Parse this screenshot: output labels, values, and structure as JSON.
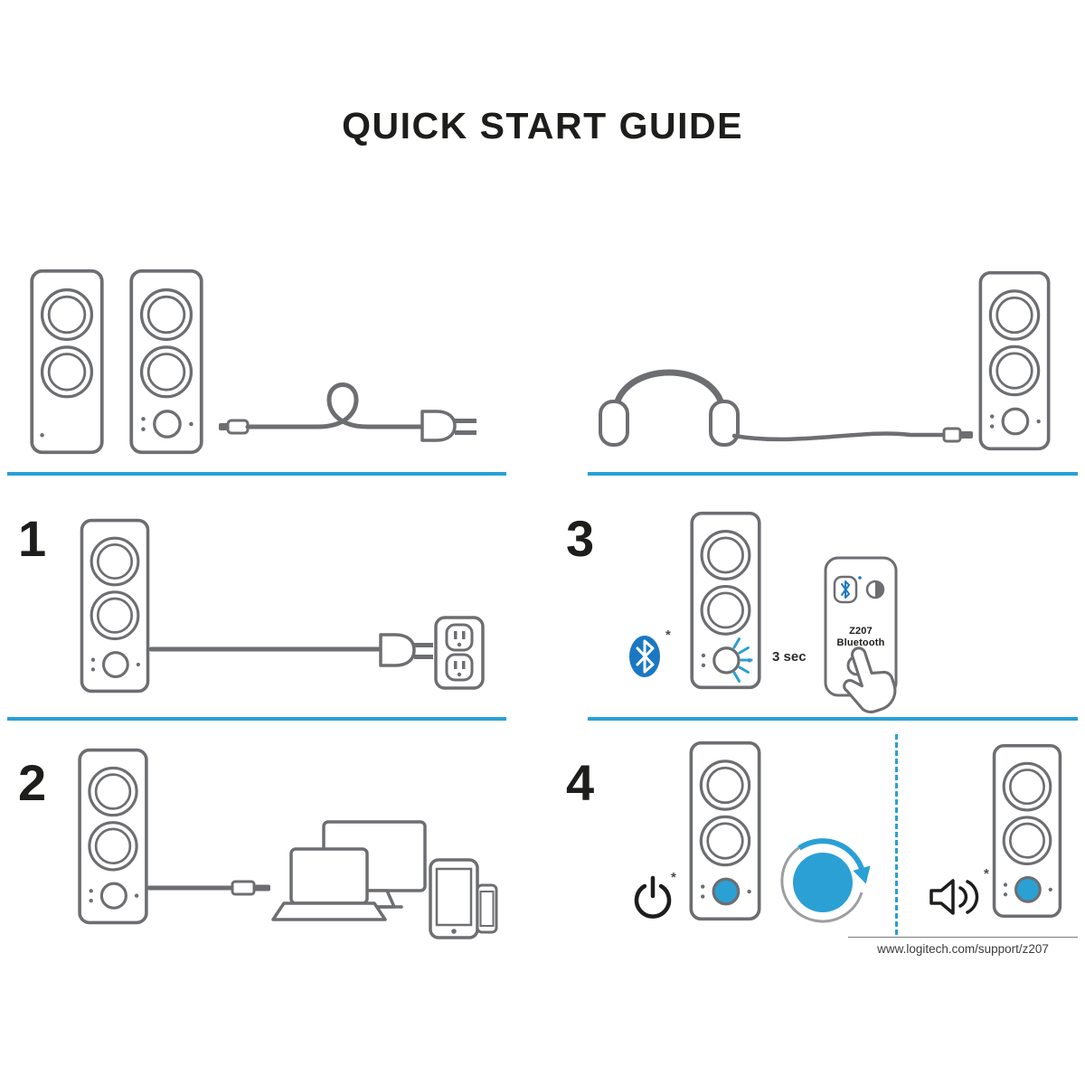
{
  "title": "QUICK START GUIDE",
  "footnote_marker": "*",
  "steps": {
    "one": {
      "number": "1"
    },
    "two": {
      "number": "2"
    },
    "three": {
      "number": "3",
      "hold_duration": "3 sec",
      "rear_panel": {
        "model": "Z207",
        "mode": "Bluetooth"
      }
    },
    "four": {
      "number": "4"
    }
  },
  "footer": {
    "support_url": "www.logitech.com/support/z207"
  },
  "colors": {
    "accent_blue": "#2aa0d5",
    "bluetooth_blue": "#1a78c2",
    "outline_gray": "#6d6e71",
    "ink": "#1d1d1b"
  },
  "icons": {
    "speaker-icon": "two-driver satellite speaker outline",
    "headphones-icon": "headphones with 3.5mm cable",
    "power-cable-icon": "coiled power cord with two-prong plug",
    "outlet-icon": "wall power outlet",
    "aux-cable-icon": "3.5mm audio cable",
    "devices-icon": "laptop, monitor, tablet and phone",
    "bluetooth-icon": "bluetooth rune in blue oval",
    "blink-rays-icon": "blue blinking-LED rays",
    "rear-panel-icon": "speaker rear panel with pairing button",
    "hand-press-icon": "finger pressing pairing button",
    "power-icon": "power symbol",
    "volume-knob-icon": "blue rotary knob with clockwise arrow",
    "volume-icon": "speaker with sound waves"
  }
}
